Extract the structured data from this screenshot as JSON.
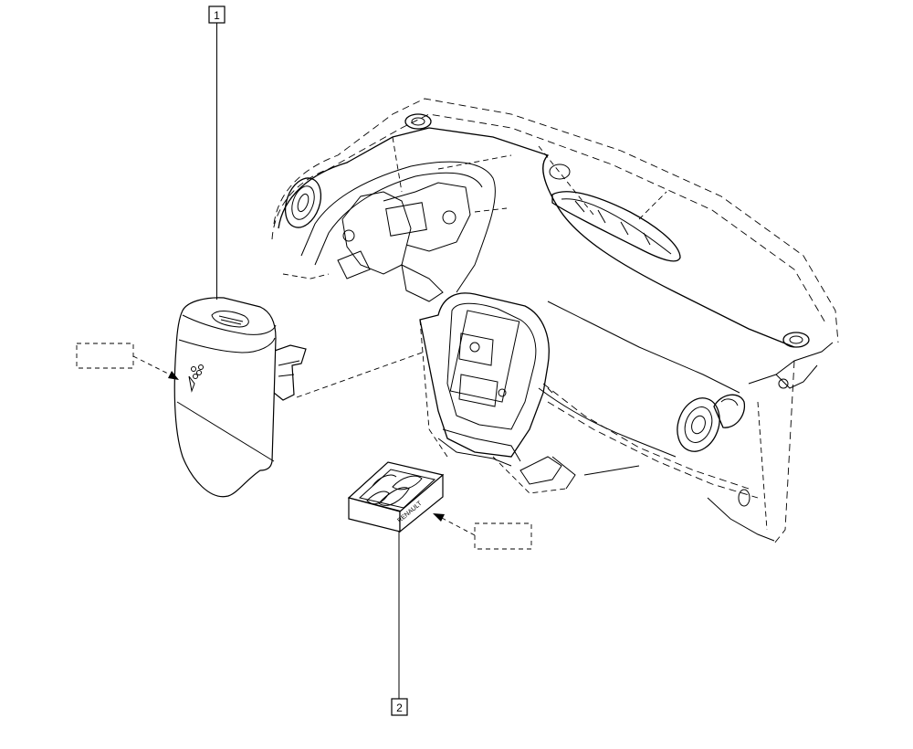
{
  "callouts": {
    "part_1": "1",
    "part_2": "2"
  },
  "parts": [
    {
      "ref": "1",
      "icon": "ashtray-icon"
    },
    {
      "ref": "2",
      "icon": "ashtray-insert-icon"
    }
  ],
  "insert_label": "RENAULT"
}
